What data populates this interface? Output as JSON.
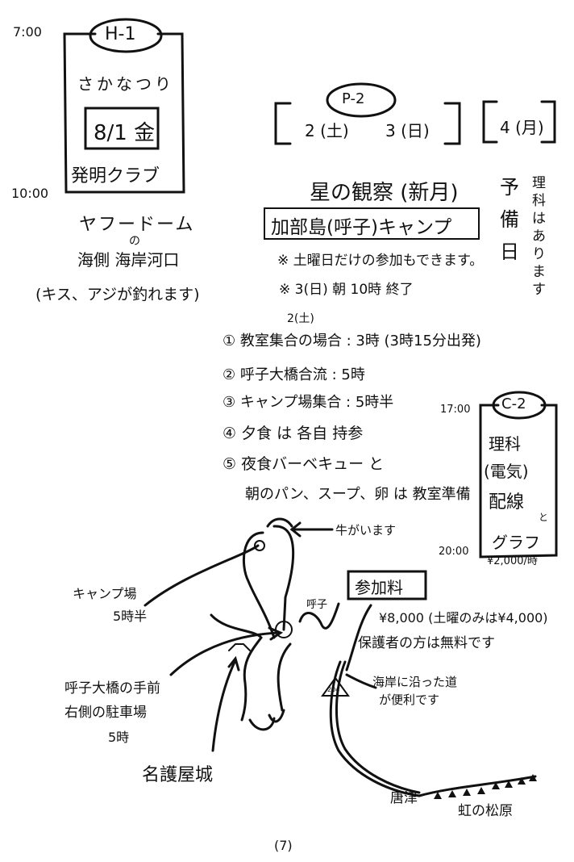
{
  "page_number": "(7)",
  "h1": {
    "time_start": "7:00",
    "time_end": "10:00",
    "code": "H-1",
    "activity": "さかなつり",
    "date": "8/1 金",
    "club": "発明クラブ",
    "place_line1": "ヤフードーム",
    "place_line2": "の",
    "place_line3": "海側 海岸河口",
    "note": "(キス、アジが釣れます)"
  },
  "p2": {
    "code": "P-2",
    "day1": "2 (土)",
    "day2": "3 (日)",
    "reserve_day": "4 (月)",
    "reserve_label": "予備日",
    "reserve_note": "理科はあります",
    "title": "星の観察 (新月)",
    "subtitle": "加部島(呼子)キャンプ",
    "note1": "※ 土曜日だけの参加もできます。",
    "note2": "※ 3(日) 朝 10時 終了"
  },
  "schedule": {
    "day_label": "2(土)",
    "items": [
      "① 教室集合の場合 : 3時 (3時15分出発)",
      "② 呼子大橋合流 : 5時",
      "③ キャンプ場集合 : 5時半",
      "④ 夕食 は 各自 持参",
      "⑤ 夜食バーベキュー と"
    ],
    "footer": "朝のパン、スープ、卵 は 教室準備"
  },
  "c2": {
    "time_start": "17:00",
    "time_end": "20:00",
    "code": "C-2",
    "line1": "理科",
    "line2": "(電気)",
    "line3": "配線",
    "line4": "と",
    "line5": "グラフ",
    "price": "¥2,000/時"
  },
  "map": {
    "ushi_label": "牛がいます",
    "camp_label": "キャンプ場",
    "camp_time": "5時半",
    "yobuko_label": "呼子",
    "bridge_label_1": "呼子大橋の手前",
    "bridge_label_2": "右側の駐車場",
    "bridge_time": "5時",
    "castle_label": "名護屋城",
    "road_label_1": "海岸に沿った道",
    "road_label_2": "が便利です",
    "route_number": "204",
    "karatsu_label": "唐津",
    "matsubara_label": "虹の松原"
  },
  "fee": {
    "title": "参加料",
    "amount": "¥8,000 (土曜のみは¥4,000)",
    "note": "保護者の方は無料です"
  }
}
